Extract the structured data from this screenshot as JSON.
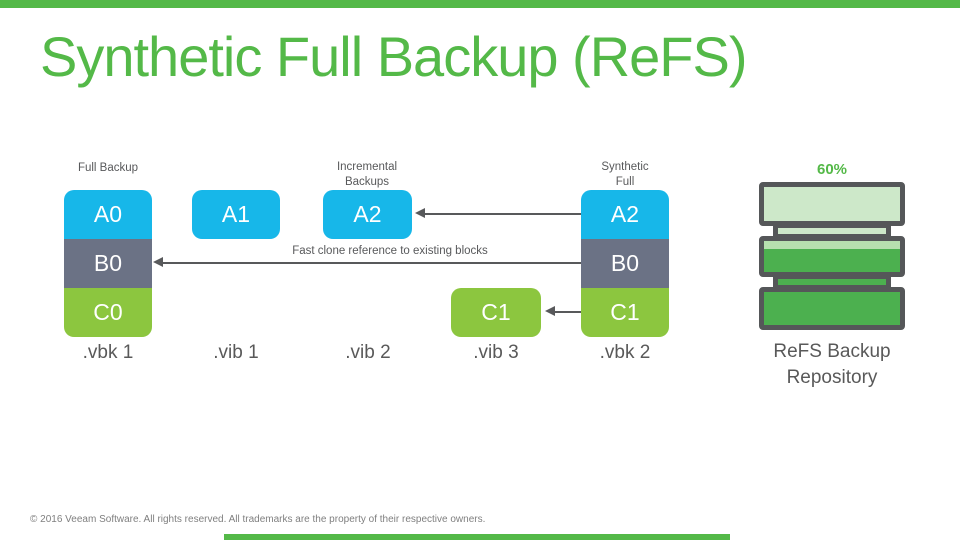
{
  "slide": {
    "title": "Synthetic Full Backup (ReFS)",
    "footer": "© 2016 Veeam Software. All rights reserved. All trademarks are the property of their respective owners."
  },
  "colors": {
    "accent_green": "#54b948",
    "block_cyan": "#17b7e9",
    "block_slate": "#6b7285",
    "block_lime": "#8cc63f",
    "arrow_gray": "#58595b",
    "repo_fill_used": "#4cb04f",
    "repo_fill_free": "#cde8c9",
    "repo_border": "#555759",
    "text_gray": "#595959"
  },
  "diagram": {
    "headers": {
      "full_backup": "Full Backup",
      "incremental": "Incremental\nBackups",
      "synthetic": "Synthetic\nFull"
    },
    "fast_clone_note": "Fast clone reference to existing blocks",
    "stacks": [
      {
        "name": "full-backup-chain",
        "blocks": [
          {
            "id": "A0"
          },
          {
            "id": "B0"
          },
          {
            "id": "C0"
          }
        ],
        "file": ".vbk 1"
      },
      {
        "name": "synthetic-full-chain",
        "blocks": [
          {
            "id": "A2"
          },
          {
            "id": "B0"
          },
          {
            "id": "C1"
          }
        ],
        "file": ".vbk 2"
      }
    ],
    "increments": [
      {
        "id": "A1",
        "file": ".vib 1"
      },
      {
        "id": "A2",
        "file": ".vib 2"
      },
      {
        "id": "C1",
        "file": ".vib 3"
      }
    ]
  },
  "repository": {
    "usage_percent": "60%",
    "label": "ReFS Backup\nRepository"
  }
}
